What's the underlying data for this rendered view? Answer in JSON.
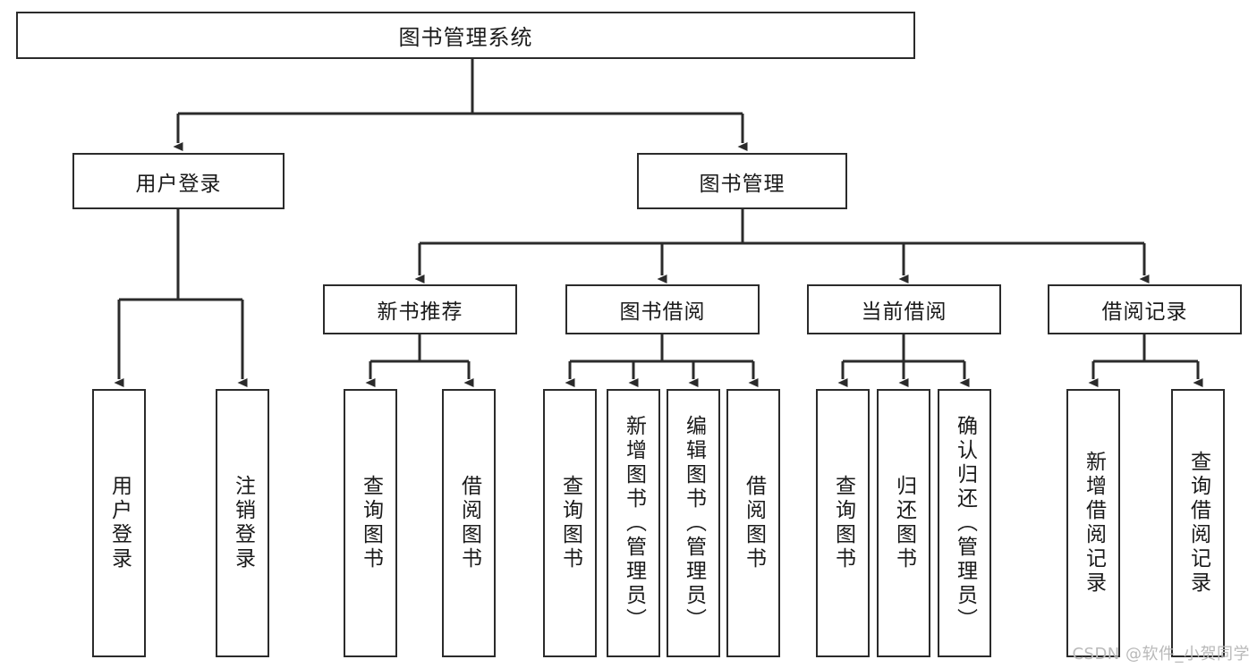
{
  "diagram": {
    "type": "tree-hierarchy-chart",
    "title": "图书管理系统",
    "root": {
      "label": "图书管理系统"
    },
    "level2": [
      {
        "label": "用户登录"
      },
      {
        "label": "图书管理"
      }
    ],
    "level3": [
      {
        "label": "新书推荐"
      },
      {
        "label": "图书借阅"
      },
      {
        "label": "当前借阅"
      },
      {
        "label": "借阅记录"
      }
    ],
    "login_children": [
      {
        "label": "用户登录"
      },
      {
        "label": "注销登录"
      }
    ],
    "newbook_children": [
      {
        "label": "查询图书"
      },
      {
        "label": "借阅图书"
      }
    ],
    "borrow_children": [
      {
        "label": "查询图书"
      },
      {
        "label": "新增图书（管理员）"
      },
      {
        "label": "编辑图书（管理员）"
      },
      {
        "label": "借阅图书"
      }
    ],
    "current_children": [
      {
        "label": "查询图书"
      },
      {
        "label": "归还图书"
      },
      {
        "label": "确认归还（管理员）"
      }
    ],
    "record_children": [
      {
        "label": "新增借阅记录"
      },
      {
        "label": "查询借阅记录"
      }
    ],
    "watermark": "CSDN @软件_小贺同学",
    "colors": {
      "stroke": "#2b2b2b",
      "fill": "#ffffff",
      "text": "#1a1a1a",
      "watermark": "#b9b9b9"
    }
  }
}
